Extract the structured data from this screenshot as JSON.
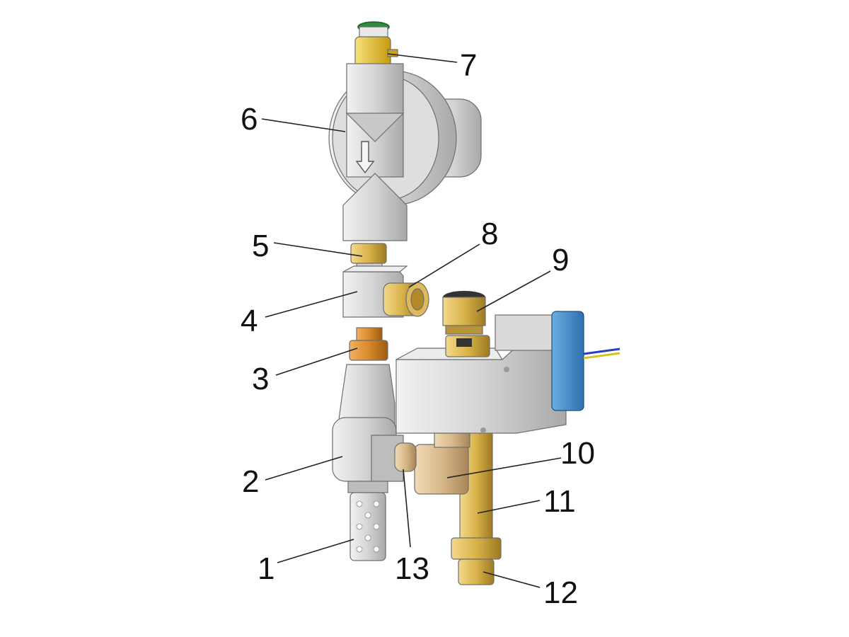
{
  "colors": {
    "aluminum": "#d4d4d4",
    "brass": "#d9b34a",
    "copper": "#d98a2a",
    "bronze": "#d9b98a",
    "green_fitting": "#2e8b3e",
    "blue_coil": "#3f88c8",
    "yellow_fitting": "#e8c21e"
  },
  "labels": [
    "1",
    "2",
    "3",
    "4",
    "5",
    "6",
    "7",
    "8",
    "9",
    "10",
    "11",
    "12",
    "13"
  ]
}
